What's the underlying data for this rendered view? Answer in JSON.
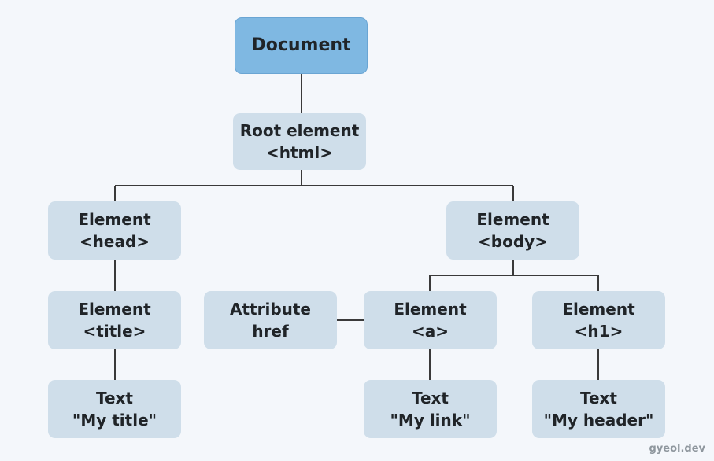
{
  "nodes": {
    "document": {
      "line1": "Document"
    },
    "root": {
      "line1": "Root element",
      "line2": "<html>"
    },
    "head": {
      "line1": "Element",
      "line2": "<head>"
    },
    "body": {
      "line1": "Element",
      "line2": "<body>"
    },
    "title": {
      "line1": "Element",
      "line2": "<title>"
    },
    "attribute": {
      "line1": "Attribute",
      "line2": "href"
    },
    "a": {
      "line1": "Element",
      "line2": "<a>"
    },
    "h1": {
      "line1": "Element",
      "line2": "<h1>"
    },
    "text_title": {
      "line1": "Text",
      "line2": "\"My title\""
    },
    "text_link": {
      "line1": "Text",
      "line2": "\"My link\""
    },
    "text_header": {
      "line1": "Text",
      "line2": "\"My header\""
    }
  },
  "watermark": "gyeol.dev",
  "colors": {
    "background": "#f4f7fb",
    "node_fill": "#cfdeea",
    "document_fill": "#7fb8e2",
    "connector": "#3a3a3a",
    "text": "#202428"
  }
}
